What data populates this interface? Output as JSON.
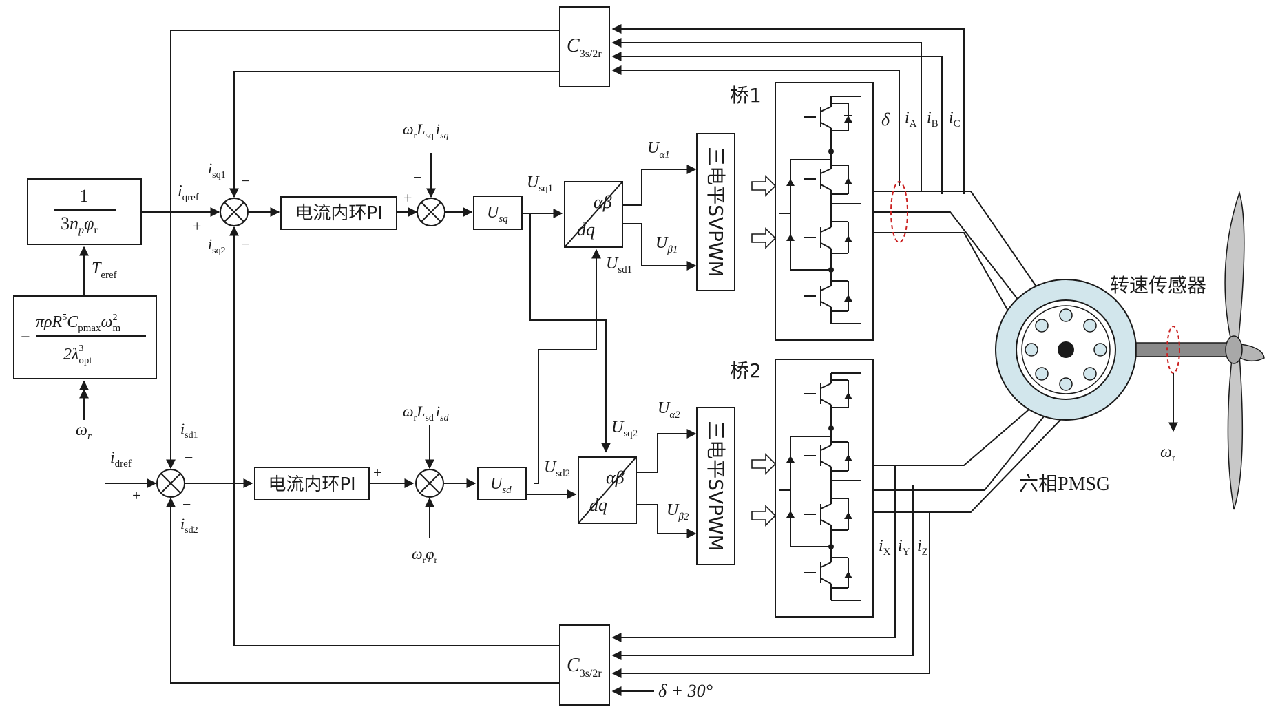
{
  "gain_block": {
    "numerator": "1",
    "den_a": "3",
    "den_n": "n",
    "den_p": "p",
    "den_phi": "φ",
    "den_r": "r"
  },
  "torque_block": {
    "minus": "−",
    "num": "πρR",
    "num_sup5": "5",
    "num_c": "C",
    "num_pmax": "pmax",
    "num_omega": "ω",
    "num_sup2": "2",
    "num_m": "m",
    "den_a": "2λ",
    "den_sup3": "3",
    "den_opt": "opt"
  },
  "labels": {
    "T": "T",
    "eref": "eref",
    "omega_r_in": "ω",
    "omega_r_in_sub": "r",
    "iqref": "i",
    "iqref_sub": "qref",
    "idref": "i",
    "idref_sub": "dref",
    "isq1": "i",
    "isq1_sub": "sq1",
    "isq2": "i",
    "isq2_sub": "sq2",
    "isd1": "i",
    "isd1_sub": "sd1",
    "isd2": "i",
    "isd2_sub": "sd2",
    "plus": "+",
    "minus": "−",
    "ff_q": "ω",
    "ff_q_r": "r",
    "ff_q_L": "L",
    "ff_q_sq": "sq",
    "ff_q_i": "i",
    "ff_q_sq2": "sq",
    "ff_d": "ω",
    "ff_d_r": "r",
    "ff_d_L": "L",
    "ff_d_sd": "sd",
    "ff_d_i": "i",
    "ff_d_sd2": "sd",
    "ff_d2": "ω",
    "ff_d2_r": "r",
    "ff_d2_phi": "φ",
    "ff_d2_r2": "r",
    "Usq1": "U",
    "Usq1_sub": "sq1",
    "Usd1": "U",
    "Usd1_sub": "sd1",
    "Usq2": "U",
    "Usq2_sub": "sq2",
    "Usd2": "U",
    "Usd2_sub": "sd2",
    "Ua1": "U",
    "Ua1_sub": "α1",
    "Ub1": "U",
    "Ub1_sub": "β1",
    "Ua2": "U",
    "Ua2_sub": "α2",
    "Ub2": "U",
    "Ub2_sub": "β2",
    "delta": "δ",
    "iA": "i",
    "iA_sub": "A",
    "iB": "i",
    "iB_sub": "B",
    "iC": "i",
    "iC_sub": "C",
    "iX": "i",
    "iX_sub": "X",
    "iY": "i",
    "iY_sub": "Y",
    "iZ": "i",
    "iZ_sub": "Z",
    "delta30": "δ + 30°",
    "omega_r_out": "ω",
    "omega_r_out_sub": "r"
  },
  "blocks": {
    "pi_q": "电流内环PI",
    "pi_d": "电流内环PI",
    "usq": "U",
    "usq_sub": "sq",
    "usd": "U",
    "usd_sub": "sd",
    "park_ab": "αβ",
    "park_dq": "dq",
    "svpwm": "三电平SVPWM",
    "c3s2r": "C",
    "c3s2r_sub": "3s/2r"
  },
  "bridges": {
    "bridge1": "桥1",
    "bridge2": "桥2"
  },
  "machine": {
    "sensor": "转速传感器",
    "pmsg": "六相PMSG"
  },
  "colors": {
    "line": "#1a1a1a",
    "stator": "#d2e6ec",
    "shaft": "#8a8a8a",
    "sensor_ring": "#cc2222",
    "blade": "#c8c8c8"
  }
}
